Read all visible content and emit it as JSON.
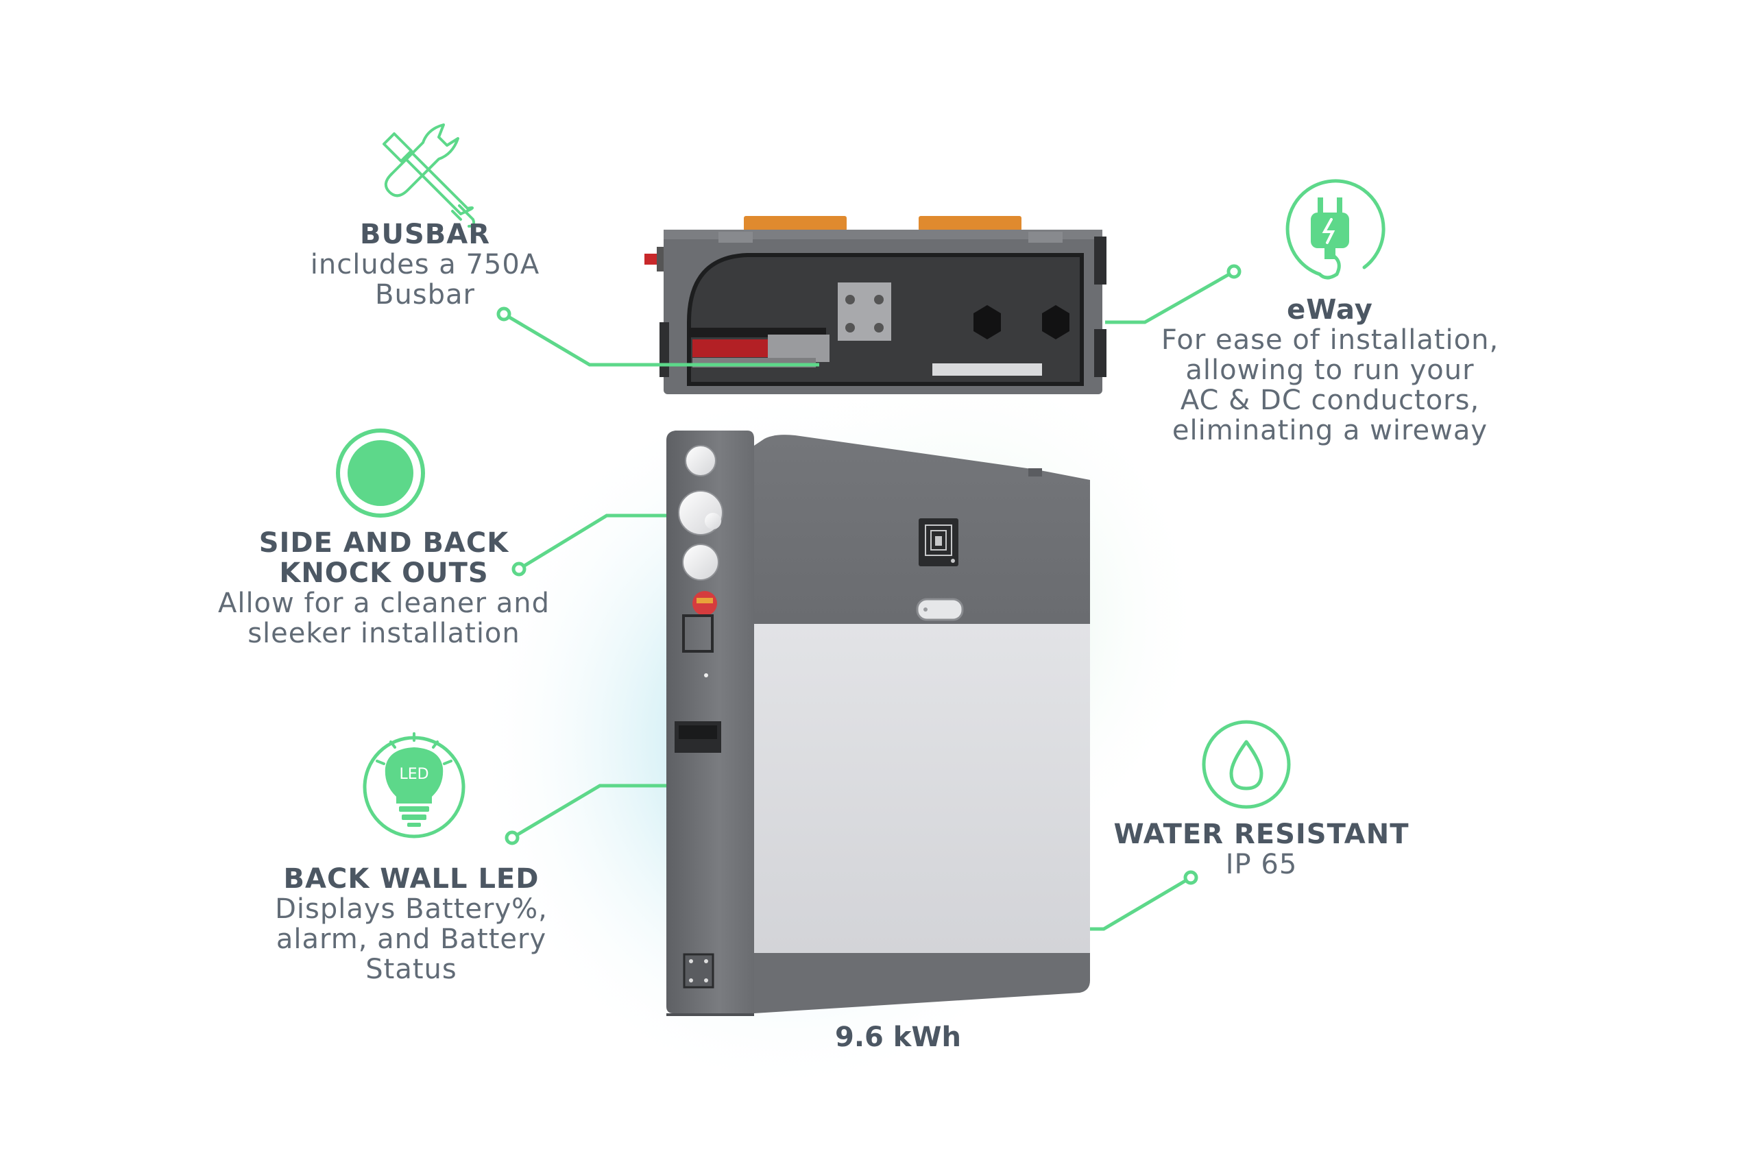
{
  "colors": {
    "accent_green": "#5dd88a",
    "text_dark": "#4c5763",
    "text_mid": "#616b76",
    "device_dark": "#6b6d70",
    "device_light": "#d8d9dc",
    "glow": "#b8e6f0"
  },
  "callouts": {
    "busbar": {
      "icon": "tools-icon",
      "title": "BUSBAR",
      "desc_line1": "includes a 750A",
      "desc_line2": "Busbar"
    },
    "eway": {
      "icon": "plug-icon",
      "title": "eWay",
      "desc_line1": "For ease of installation,",
      "desc_line2": "allowing to run your",
      "desc_line3": "AC & DC conductors,",
      "desc_line4": "eliminating a wireway"
    },
    "knockouts": {
      "icon": "circle-icon",
      "title_line1": "SIDE AND BACK",
      "title_line2": "KNOCK OUTS",
      "desc_line1": "Allow for a cleaner and",
      "desc_line2": "sleeker installation"
    },
    "led": {
      "icon": "led-bulb-icon",
      "icon_text": "LED",
      "title": "BACK WALL LED",
      "desc_line1": "Displays Battery%,",
      "desc_line2": "alarm, and Battery",
      "desc_line3": "Status"
    },
    "water": {
      "icon": "water-drop-icon",
      "title": "WATER RESISTANT",
      "desc": "IP 65"
    }
  },
  "capacity_label": "9.6 kWh"
}
